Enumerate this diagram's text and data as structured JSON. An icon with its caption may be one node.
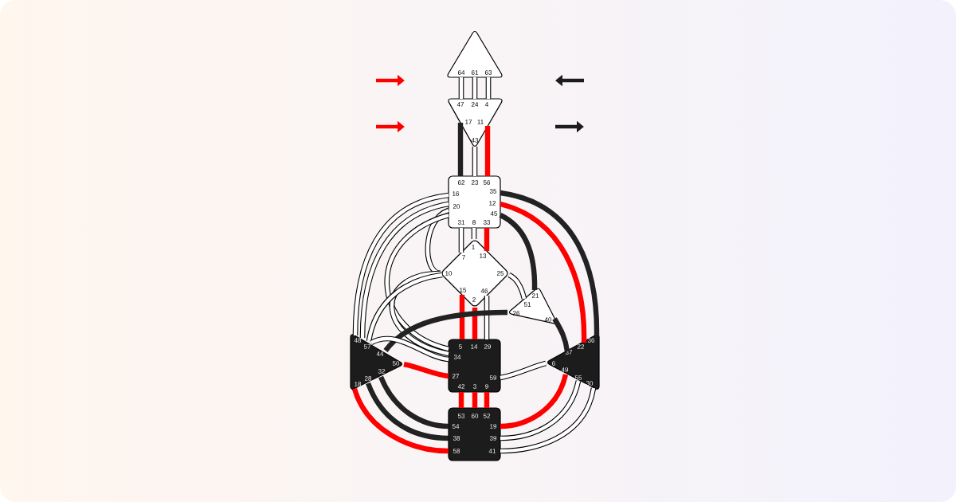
{
  "diagram": {
    "nodes": [
      {
        "text": [
          "64",
          "61",
          "63"
        ]
      },
      {
        "text": [
          "47",
          "24",
          "4",
          "17",
          "11",
          "43"
        ]
      },
      {
        "text": [
          "62",
          "23",
          "56",
          "16",
          "35",
          "20",
          "12",
          "45",
          "31",
          "8",
          "33"
        ]
      },
      {
        "text": [
          "1",
          "7",
          "13",
          "10",
          "25",
          "15",
          "46",
          "2"
        ]
      },
      {
        "text": [
          "21",
          "51",
          "26",
          "40"
        ]
      },
      {
        "text": [
          "48",
          "57",
          "44",
          "50",
          "32",
          "28",
          "18"
        ]
      },
      {
        "text": [
          "5",
          "14",
          "29",
          "34",
          "27",
          "59",
          "42",
          "3",
          "9"
        ]
      },
      {
        "text": [
          "36",
          "22",
          "37",
          "6",
          "49",
          "55",
          "30"
        ]
      },
      {
        "text": [
          "53",
          "60",
          "52",
          "54",
          "19",
          "38",
          "39",
          "58",
          "41"
        ]
      }
    ],
    "edges": [
      {
        "from": 0,
        "to": 1,
        "arrow": "none"
      },
      {
        "from": 0,
        "to": 1,
        "arrow": "none"
      },
      {
        "from": 0,
        "to": 1,
        "arrow": "none"
      },
      {
        "from": 1,
        "to": 2,
        "arrow": "none",
        "color": "#222222"
      },
      {
        "from": 1,
        "to": 2,
        "arrow": "none"
      },
      {
        "from": 1,
        "to": 2,
        "arrow": "none",
        "color": "#ff0000"
      },
      {
        "from": 2,
        "to": 3,
        "arrow": "none"
      },
      {
        "from": 2,
        "to": 3,
        "arrow": "none"
      },
      {
        "from": 2,
        "to": 3,
        "arrow": "none",
        "color": "#ff0000"
      },
      {
        "from": 2,
        "to": 3,
        "arrow": "none"
      },
      {
        "from": 2,
        "to": 6,
        "arrow": "none"
      },
      {
        "from": 2,
        "to": 5,
        "arrow": "none"
      },
      {
        "from": 2,
        "to": 5,
        "arrow": "none"
      },
      {
        "from": 2,
        "to": 4,
        "arrow": "none",
        "color": "#222222"
      },
      {
        "from": 2,
        "to": 7,
        "arrow": "none",
        "color": "#ff0000"
      },
      {
        "from": 2,
        "to": 7,
        "arrow": "none",
        "color": "#222222"
      },
      {
        "from": 3,
        "to": 6,
        "arrow": "none",
        "color": "#ff0000"
      },
      {
        "from": 3,
        "to": 6,
        "arrow": "none",
        "color": "#ff0000"
      },
      {
        "from": 3,
        "to": 6,
        "arrow": "none"
      },
      {
        "from": 3,
        "to": 6,
        "arrow": "none"
      },
      {
        "from": 3,
        "to": 5,
        "arrow": "none"
      },
      {
        "from": 3,
        "to": 4,
        "arrow": "none"
      },
      {
        "from": 4,
        "to": 5,
        "arrow": "none",
        "color": "#222222"
      },
      {
        "from": 4,
        "to": 7,
        "arrow": "none",
        "color": "#222222"
      },
      {
        "from": 5,
        "to": 6,
        "arrow": "none",
        "color": "#ff0000"
      },
      {
        "from": 6,
        "to": 7,
        "arrow": "none"
      },
      {
        "from": 6,
        "to": 8,
        "arrow": "none",
        "color": "#ff0000"
      },
      {
        "from": 6,
        "to": 8,
        "arrow": "none",
        "color": "#ff0000"
      },
      {
        "from": 6,
        "to": 8,
        "arrow": "none",
        "color": "#ff0000"
      },
      {
        "from": 5,
        "to": 8,
        "arrow": "none",
        "color": "#ff0000"
      },
      {
        "from": 5,
        "to": 8,
        "arrow": "none",
        "color": "#222222"
      },
      {
        "from": 5,
        "to": 8,
        "arrow": "none",
        "color": "#222222"
      },
      {
        "from": 7,
        "to": 8,
        "arrow": "none",
        "color": "#ff0000"
      },
      {
        "from": 7,
        "to": 8,
        "arrow": "none"
      },
      {
        "from": 7,
        "to": 8,
        "arrow": "none"
      },
      {
        "from": 5,
        "to": 6,
        "arrow": "none"
      }
    ]
  }
}
